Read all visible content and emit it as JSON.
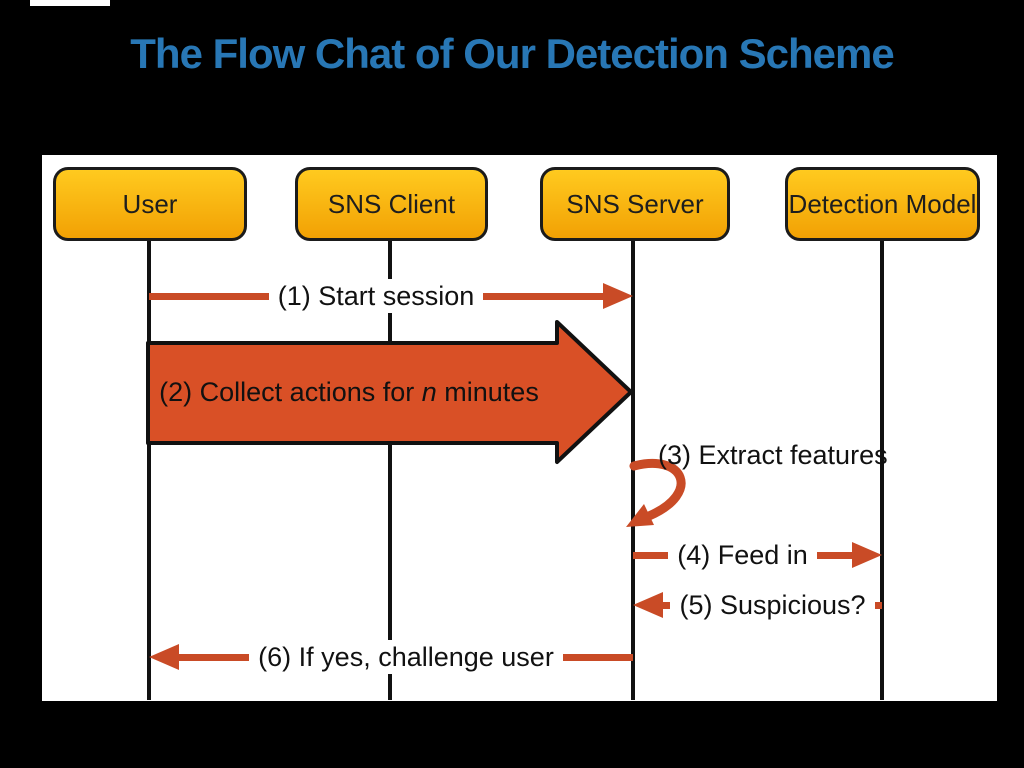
{
  "slide": {
    "title": "The Flow Chat of Our Detection Scheme",
    "title_color": "#2877b5",
    "background_color": "#000000",
    "panel_color": "#ffffff"
  },
  "diagram": {
    "type": "sequence-flow-chart",
    "colors": {
      "actor_fill_top": "#ffca1f",
      "actor_fill_bottom": "#f2a104",
      "actor_border": "#1b1b1b",
      "lifeline": "#111111",
      "arrow_line": "#c94b26",
      "arrow_block": "#d95026",
      "message_text": "#111111"
    },
    "actors": [
      {
        "id": "user",
        "label": "User"
      },
      {
        "id": "sns-client",
        "label": "SNS Client"
      },
      {
        "id": "sns-server",
        "label": "SNS Server"
      },
      {
        "id": "detection-model",
        "label": "Detection Model"
      }
    ],
    "messages": [
      {
        "num": "1",
        "label": "(1) Start session",
        "from": "User",
        "to": "SNS Server",
        "style": "line-arrow-right"
      },
      {
        "num": "2",
        "label": "(2) Collect actions for n minutes",
        "from": "User",
        "to": "SNS Server",
        "style": "block-arrow-right",
        "parts": {
          "prefix": "(2) Collect actions for ",
          "italic": "n",
          "suffix": " minutes"
        }
      },
      {
        "num": "3",
        "label": "(3) Extract features",
        "from": "SNS Server",
        "to": "SNS Server",
        "style": "self-loop"
      },
      {
        "num": "4",
        "label": "(4) Feed in",
        "from": "SNS Server",
        "to": "Detection Model",
        "style": "line-arrow-right"
      },
      {
        "num": "5",
        "label": "(5) Suspicious?",
        "from": "Detection Model",
        "to": "SNS Server",
        "style": "line-arrow-left"
      },
      {
        "num": "6",
        "label": "(6) If yes, challenge user",
        "from": "SNS Server",
        "to": "User",
        "style": "line-arrow-left"
      }
    ]
  }
}
